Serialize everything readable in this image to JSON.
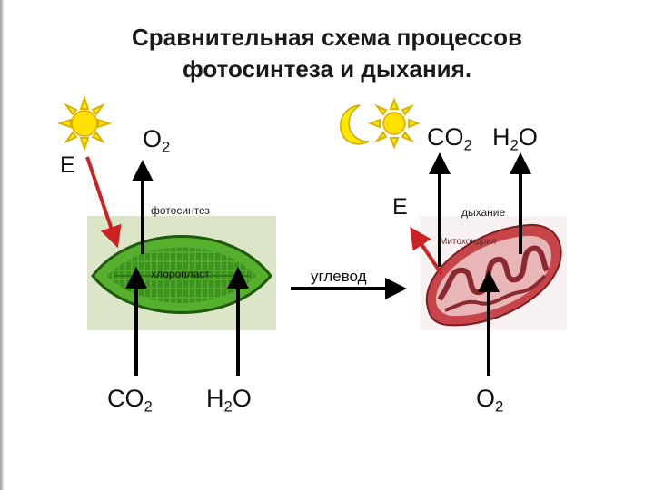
{
  "title": {
    "line1": "Сравнительная схема процессов",
    "line2": "фотосинтеза и дыхания."
  },
  "left": {
    "energy_label": "E",
    "o2_main": "O",
    "o2_sub": "2",
    "process_label": "фотосинтез",
    "organelle_label": "хлоропласт",
    "co2_main": "CO",
    "co2_sub": "2",
    "h2o_h": "H",
    "h2o_sub": "2",
    "h2o_o": "O",
    "icons": [
      "sun-icon"
    ]
  },
  "middle": {
    "product_label": "углевод"
  },
  "right": {
    "energy_label": "E",
    "co2_main": "CO",
    "co2_sub": "2",
    "h2o_h": "H",
    "h2o_sub": "2",
    "h2o_o": "O",
    "process_label": "дыхание",
    "organelle_label": "Митохондрия",
    "o2_main": "O",
    "o2_sub": "2",
    "icons": [
      "moon-icon",
      "sun-icon"
    ]
  },
  "colors": {
    "chloroplast_green": "#3f9a1e",
    "mitochondria_red": "#b2333a",
    "energy_arrow_red": "#cc2222",
    "flow_arrow_black": "#000000"
  }
}
